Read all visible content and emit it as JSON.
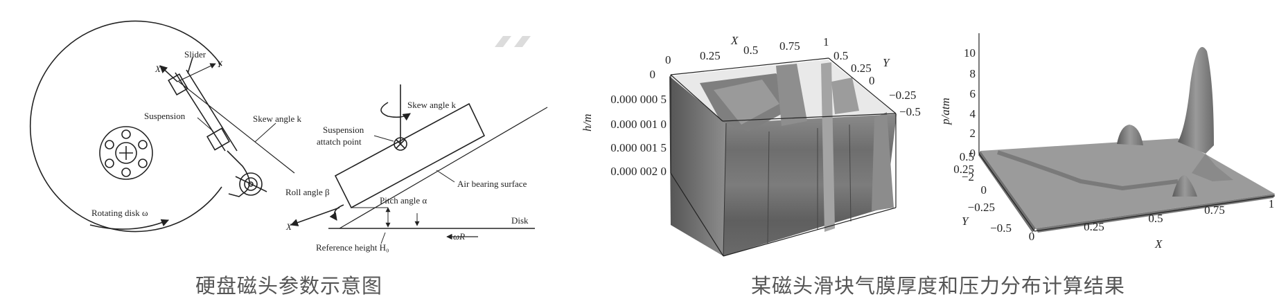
{
  "left_diagram": {
    "top_view": {
      "slider": "Slider",
      "axis_x": "X",
      "axis_y": "Y",
      "suspension": "Suspension",
      "skew_angle": "Skew angle k",
      "rotating_disk": "Rotating disk ω"
    },
    "side_view": {
      "skew_angle": "Skew angle k",
      "suspension_attach_1": "Suspension",
      "suspension_attach_2": "attatch point",
      "air_bearing_surface": "Air bearing surface",
      "roll_angle": "Roll angle β",
      "pitch_angle": "Pitch angle α",
      "disk": "Disk",
      "axis_x": "X",
      "reference_height": "Reference height H₀",
      "omega_r": "ωR"
    }
  },
  "thickness_plot": {
    "x_axis_label": "X",
    "x_ticks": [
      "0",
      "0.25",
      "0.5",
      "0.75",
      "1"
    ],
    "y_axis_label": "Y",
    "y_ticks": [
      "0.5",
      "0.25",
      "0",
      "−0.25",
      "−0.5"
    ],
    "z_axis_label": "h/m",
    "z_ticks": [
      "0",
      "0.000 000 5",
      "0.000 001 0",
      "0.000 001 5",
      "0.000 002 0"
    ]
  },
  "pressure_plot": {
    "z_axis_label": "p/atm",
    "z_ticks": [
      "10",
      "8",
      "6",
      "4",
      "2",
      "0"
    ],
    "y_axis_label": "Y",
    "y_ticks": [
      "0.5",
      "0.25",
      "0",
      "−0.25",
      "−0.5"
    ],
    "y_ticks_extra": [
      "−2"
    ],
    "x_axis_label": "X",
    "x_ticks": [
      "0",
      "0.25",
      "0.5",
      "0.75",
      "1"
    ]
  },
  "captions": {
    "left": "硬盘磁头参数示意图",
    "right": "某磁头滑块气膜厚度和压力分布计算结果"
  }
}
